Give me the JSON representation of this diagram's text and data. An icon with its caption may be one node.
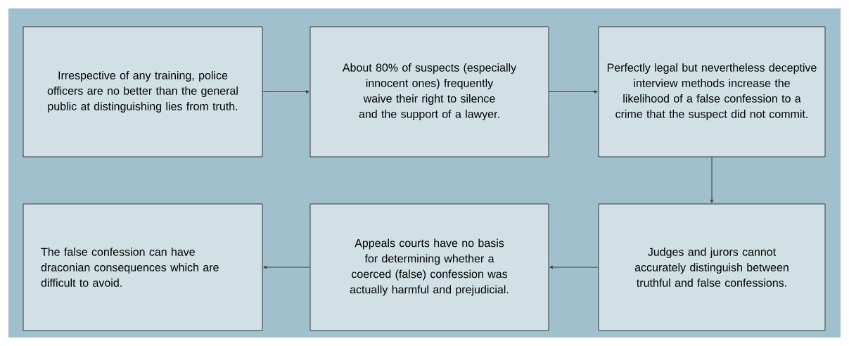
{
  "diagram": {
    "nodes": [
      {
        "text": [
          "Irrespective of any training, police officers are no better than the general public at distinguishing lies from truth."
        ]
      },
      {
        "text": [
          "About 80% of suspects (especially innocent ones) frequently waive their right to silence and the support of a lawyer."
        ]
      },
      {
        "text": [
          "Perfectly legal but nevertheless deceptive interview methods increase the likelihood of a false confession to a crime that the suspect did not commit."
        ]
      },
      {
        "text": [
          "Judges and jurors cannot accurately distinguish between truthful and false confessions."
        ]
      },
      {
        "text": [
          "Appeals courts have no basis for determining whether a coerced (false) confession was actually harmful and prejudicial."
        ]
      },
      {
        "text": [
          "The false confession can have draconian consequences which are difficult to avoid."
        ]
      }
    ],
    "edges": [
      {
        "from": 0,
        "to": 1,
        "arrow": "to"
      },
      {
        "from": 1,
        "to": 2,
        "arrow": "to"
      },
      {
        "from": 2,
        "to": 3,
        "arrow": "to"
      },
      {
        "from": 3,
        "to": 4,
        "arrow": "to"
      },
      {
        "from": 4,
        "to": 5,
        "arrow": "to"
      }
    ]
  }
}
